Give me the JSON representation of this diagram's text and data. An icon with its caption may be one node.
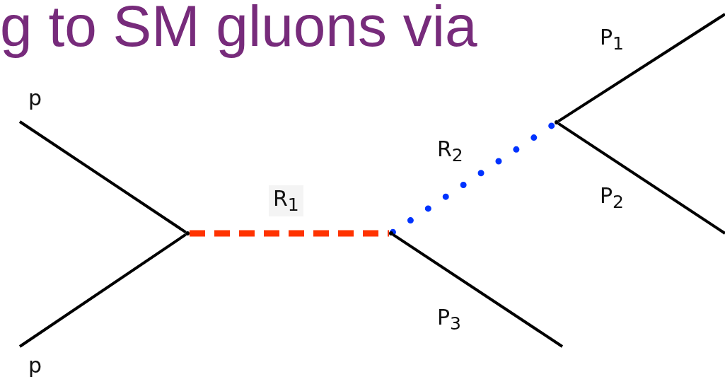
{
  "diagram": {
    "title": "g to SM gluons via",
    "nodes": [
      {
        "text": [],
        "shape": "dot"
      },
      {
        "text": [],
        "shape": "dot"
      },
      {
        "text": [],
        "shape": "dot"
      }
    ],
    "edges": [
      {
        "from": null,
        "to": 0,
        "arrow": "none",
        "label": "p"
      },
      {
        "from": null,
        "to": 0,
        "arrow": "none",
        "label": "p"
      },
      {
        "from": 0,
        "to": 1,
        "arrow": "none",
        "label": "R$_{1}$",
        "style": "dashed",
        "color": "#ff3300"
      },
      {
        "from": 1,
        "to": 2,
        "arrow": "none",
        "label": "R$_{2}$",
        "style": "dashed",
        "color": "#0033ff"
      },
      {
        "from": 2,
        "to": null,
        "arrow": "none",
        "label": "P$_{1}$"
      },
      {
        "from": 2,
        "to": null,
        "arrow": "none",
        "label": "P$_{2}$"
      },
      {
        "from": 1,
        "to": null,
        "arrow": "none",
        "label": "P$_{3}$"
      }
    ]
  }
}
